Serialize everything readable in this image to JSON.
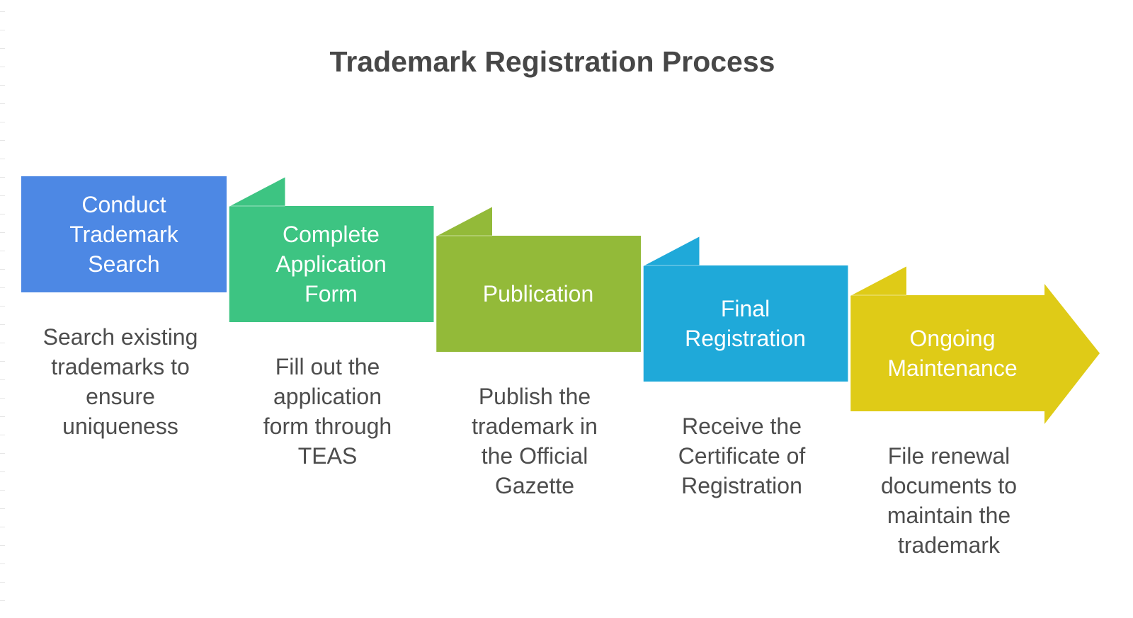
{
  "title": "Trademark Registration Process",
  "steps": [
    {
      "label": "Conduct Trademark Search",
      "lines": [
        "Conduct",
        "Trademark",
        "Search"
      ],
      "description_lines": [
        "Search existing",
        "trademarks to",
        "ensure",
        "uniqueness"
      ],
      "color": "#4D88E4"
    },
    {
      "label": "Complete Application Form",
      "lines": [
        "Complete",
        "Application",
        "Form"
      ],
      "description_lines": [
        "Fill out the",
        "application",
        "form through",
        "TEAS"
      ],
      "color": "#3DC482"
    },
    {
      "label": "Publication",
      "lines": [
        "Publication"
      ],
      "description_lines": [
        "Publish the",
        "trademark in",
        "the Official",
        "Gazette"
      ],
      "color": "#93BA39"
    },
    {
      "label": "Final Registration",
      "lines": [
        "Final",
        "Registration"
      ],
      "description_lines": [
        "Receive the",
        "Certificate of",
        "Registration"
      ],
      "color": "#1FA9D9"
    },
    {
      "label": "Ongoing Maintenance",
      "lines": [
        "Ongoing",
        "Maintenance"
      ],
      "description_lines": [
        "File renewal",
        "documents to",
        "maintain the",
        "trademark"
      ],
      "color": "#DFCB17"
    }
  ]
}
